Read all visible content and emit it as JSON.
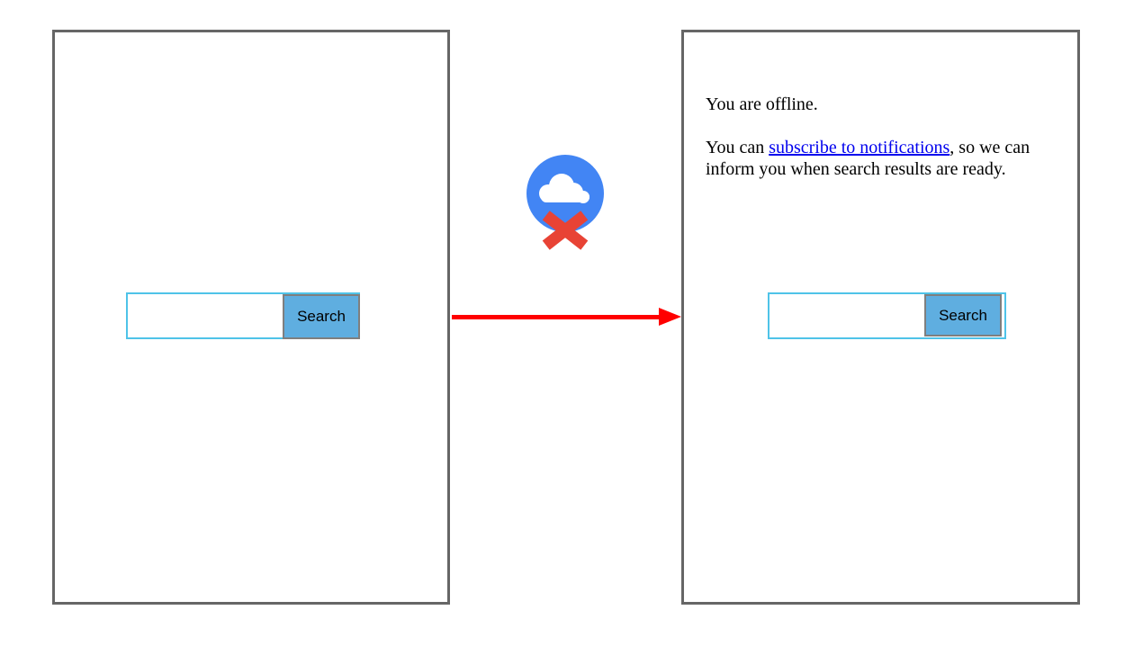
{
  "left_panel": {
    "search_input_value": "",
    "search_button_label": "Search"
  },
  "connector": {
    "icon": "offline-cloud-x-icon",
    "arrow": "left-to-right-arrow"
  },
  "right_panel": {
    "offline_message": "You are offline.",
    "notification_sentence": {
      "before_link": "You can ",
      "link_text": "subscribe to notifications",
      "after_link_line1": ", so we can",
      "line2": "inform you when search results are ready."
    },
    "search_input_value": "",
    "search_button_label": "Search"
  },
  "colors": {
    "frame_border": "#666666",
    "search_input_border": "#4FC3E8",
    "search_button_background": "#5FAEE0",
    "search_button_border": "#7F7F7F",
    "arrow_red": "#FF0000",
    "icon_circle_blue": "#4285F4",
    "icon_x_red": "#E84335",
    "link_blue": "#0000EE"
  }
}
